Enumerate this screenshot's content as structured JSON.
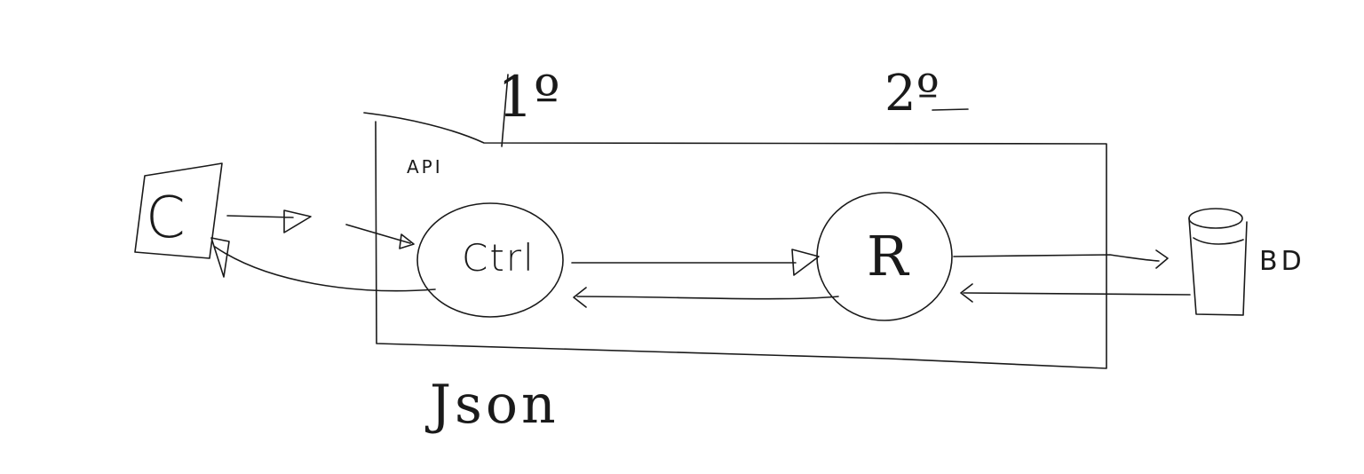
{
  "diagram": {
    "layer_api": "API",
    "marker_first": "1º",
    "marker_second": "2º",
    "node_client": "C",
    "node_controller": "Ctrl",
    "node_repository": "R",
    "node_database": "BD",
    "format_label": "Json"
  }
}
